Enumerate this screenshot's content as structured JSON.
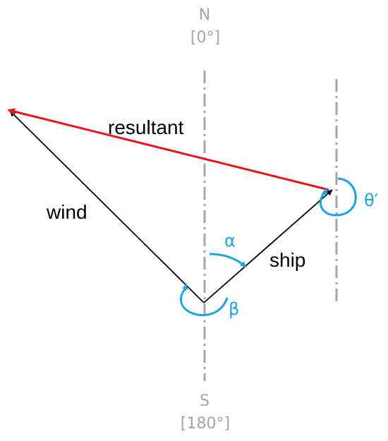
{
  "compass": {
    "north_label": "N",
    "north_bearing": "[0°]",
    "south_label": "S",
    "south_bearing": "[180°]"
  },
  "vectors": {
    "resultant_label": "resultant",
    "wind_label": "wind",
    "ship_label": "ship"
  },
  "angles": {
    "alpha": "α",
    "beta": "β",
    "theta_prime": "θ′"
  },
  "colors": {
    "resultant": "#e8141c",
    "vector": "#000000",
    "angle": "#1aa3e8",
    "reference_line": "#a6a6a6"
  }
}
